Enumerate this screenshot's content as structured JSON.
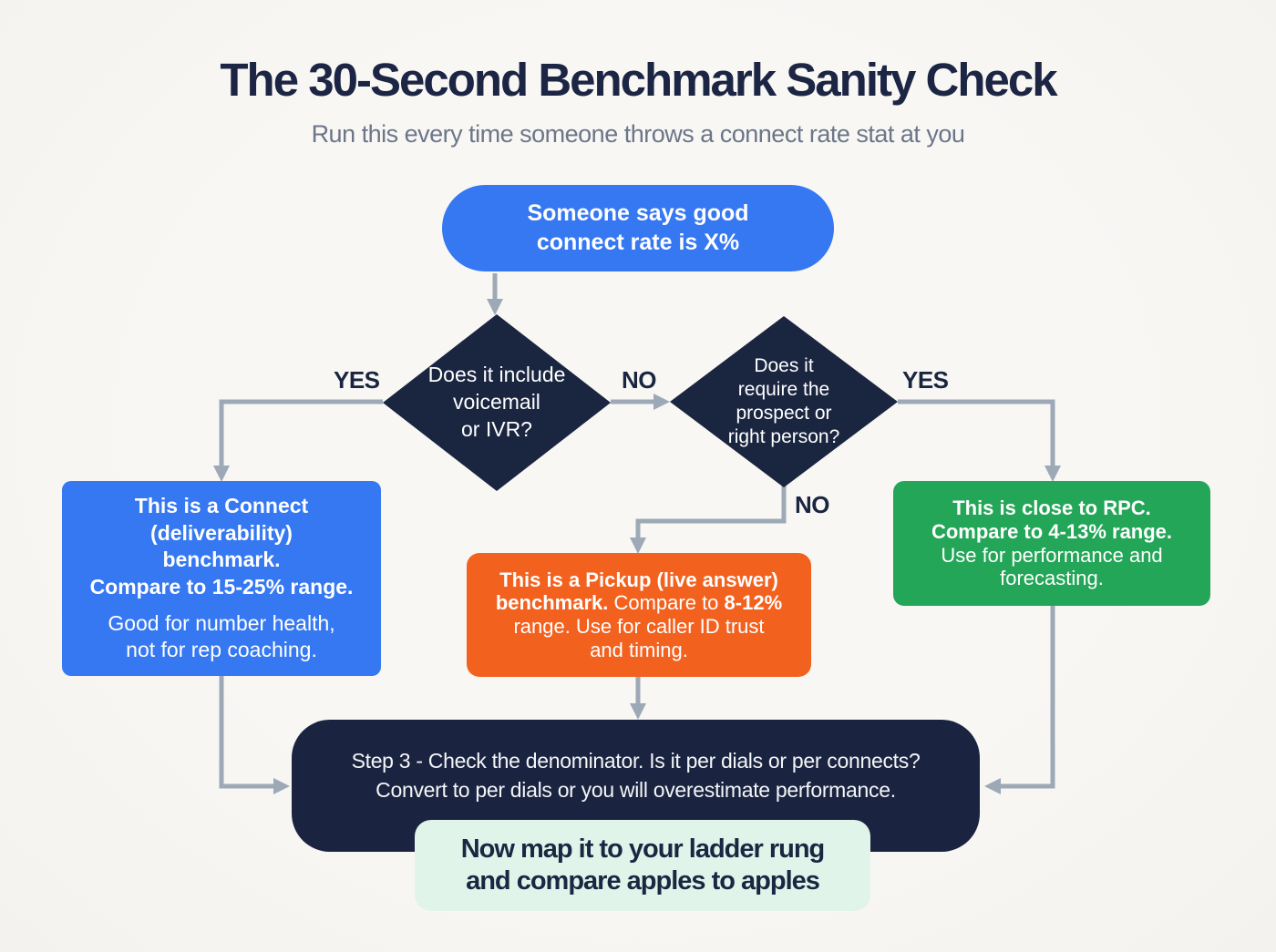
{
  "header": {
    "title": "The 30-Second Benchmark Sanity Check",
    "subtitle": "Run this every time someone throws a connect rate stat at you"
  },
  "nodes": {
    "start": {
      "text": "Someone says good\nconnect rate is X%"
    },
    "decision_voicemail": {
      "text": "Does it include\nvoicemail\nor IVR?"
    },
    "decision_prospect": {
      "text": "Does it\nrequire the\nprospect or\nright person?"
    },
    "connect_benchmark": {
      "bold": "This is a Connect\n(deliverability)\nbenchmark.\nCompare to 15-25% range.",
      "regular": "Good for number health,\nnot for rep coaching."
    },
    "pickup_benchmark": {
      "bold1": "This is a Pickup (live answer)\nbenchmark.",
      "regular1": " Compare to ",
      "bold2": "8-12%",
      "regular2": "\nrange. Use for caller ID trust\nand timing."
    },
    "rpc_benchmark": {
      "bold": "This is close to RPC.\nCompare to 4-13% range.",
      "regular": "Use for performance and\nforecasting."
    },
    "step3": {
      "text": "Step 3 - Check the denominator. Is it per dials or per connects?\nConvert to per dials or you will overestimate performance."
    },
    "final": {
      "text": "Now map it to your ladder rung\nand compare apples to apples"
    }
  },
  "labels": {
    "yes_left": "YES",
    "no_middle": "NO",
    "yes_right": "YES",
    "no_bottom": "NO"
  },
  "colors": {
    "background": "#f7f6f3",
    "blue": "#3578f2",
    "navy": "#1a2540",
    "orange": "#f3611f",
    "green": "#23a657",
    "mint": "#e0f4e9",
    "connector_gray": "#9ea9b7",
    "title_navy": "#1c2644",
    "subtitle_gray": "#6b7689"
  }
}
